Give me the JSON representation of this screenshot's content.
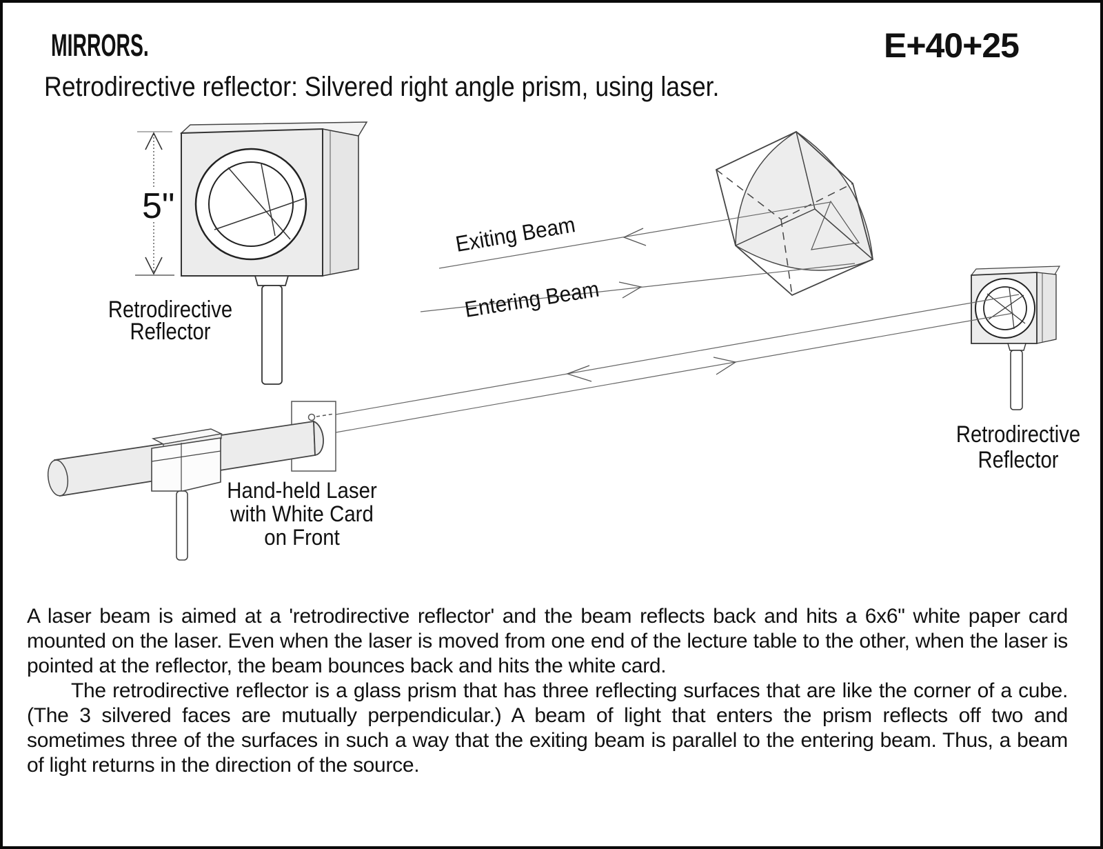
{
  "header": {
    "title": "MIRRORS.",
    "code": "E+40+25",
    "subtitle": "Retrodirective reflector: Silvered right angle prism, using laser."
  },
  "diagram": {
    "dimension": "5\"",
    "left_reflector": {
      "label1": "Retrodirective",
      "label2": "Reflector"
    },
    "right_reflector": {
      "label1": "Retrodirective",
      "label2": "Reflector"
    },
    "beams": {
      "exiting": "Exiting Beam",
      "entering": "Entering Beam"
    },
    "laser": {
      "label1": "Hand-held Laser",
      "label2": "with White Card",
      "label3": "on Front"
    }
  },
  "body": {
    "paragraph1": "A laser beam is aimed at a 'retrodirective reflector' and the beam reflects back and hits a 6x6\" white paper card mounted on the laser. Even when the laser is moved from one end of the lecture table to the other, when the laser is pointed at the reflector, the beam bounces back and hits the white card.",
    "paragraph2": "The retrodirective reflector is a glass prism that has three reflecting surfaces that are like the corner of a cube. (The 3 silvered faces are mutually perpendicular.) A beam of light that enters the prism reflects off two and sometimes three of the surfaces in such a way that the exiting beam is parallel to the entering beam. Thus, a beam of light returns in the direction of the source."
  },
  "colors": {
    "ink": "#111111",
    "line": "#444444",
    "fill_light": "#ececec",
    "paper": "#ffffff"
  }
}
